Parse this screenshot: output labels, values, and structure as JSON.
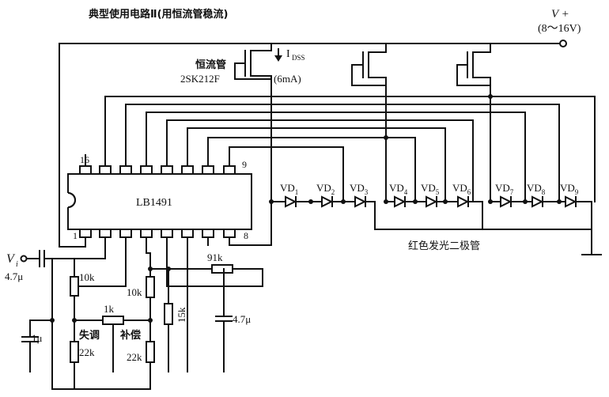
{
  "title": "典型使用电路Ⅱ(用恒流管稳流)",
  "supply": {
    "label": "V +",
    "range": "(8～16V)"
  },
  "ic": {
    "name": "LB1491",
    "pin_labels": [
      "16",
      "9",
      "1",
      "8"
    ]
  },
  "fet": {
    "name": "恒流管",
    "part": "2SK212F",
    "current_label": "I",
    "current_sub": "DSS",
    "current_value": "(6mA)"
  },
  "input": {
    "label": "V",
    "sub": "i"
  },
  "leds": {
    "group_label": "红色发光二极管",
    "items": [
      {
        "name": "VD",
        "sub": "1"
      },
      {
        "name": "VD",
        "sub": "2"
      },
      {
        "name": "VD",
        "sub": "3"
      },
      {
        "name": "VD",
        "sub": "4"
      },
      {
        "name": "VD",
        "sub": "5"
      },
      {
        "name": "VD",
        "sub": "6"
      },
      {
        "name": "VD",
        "sub": "7"
      },
      {
        "name": "VD",
        "sub": "8"
      },
      {
        "name": "VD",
        "sub": "9"
      }
    ]
  },
  "components": {
    "c_in": "4.7μ",
    "r_10k_left": "10k",
    "r_10k_right": "10k",
    "r_1k": "1k",
    "r_91k": "91k",
    "r_15k": "15k",
    "c_4_7": "4.7μ",
    "c_1u": "1μ",
    "r_22k_left": "22k",
    "r_22k_right": "22k",
    "label_offset": "失调",
    "label_comp": "补偿"
  }
}
